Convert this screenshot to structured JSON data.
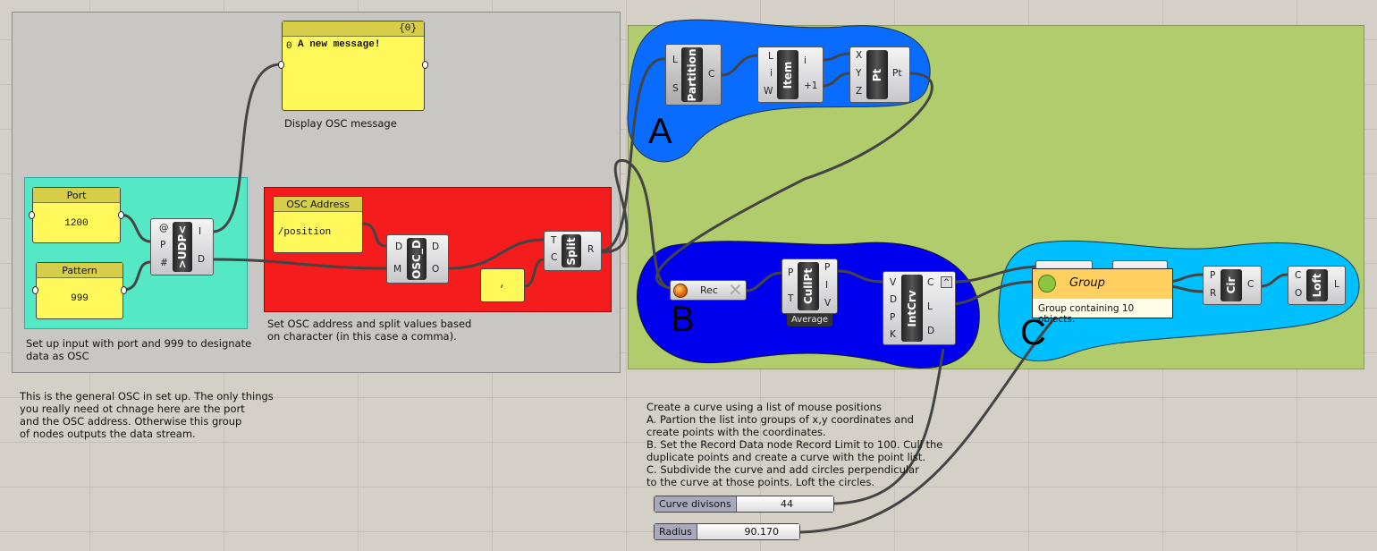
{
  "osc_group": {
    "note": "This is the general OSC in set up. The only things\nyou really need ot chnage here are the port\nand the OSC address. Otherwise this group\nof nodes outputs the data stream."
  },
  "display_panel": {
    "header": "{0}",
    "index": "0",
    "value": "A new message!",
    "caption": "Display OSC message"
  },
  "input_group": {
    "port_label": "Port",
    "port_value": "1200",
    "pattern_label": "Pattern",
    "pattern_value": "999",
    "caption": "Set up input with port and 999 to designate\ndata as OSC"
  },
  "udp": {
    "name": ">UDP<",
    "inputs": [
      "@",
      "P",
      "#"
    ],
    "outputs": [
      "I",
      "D"
    ]
  },
  "address_group": {
    "address_label": "OSC Address",
    "address_value": "/position",
    "comma_value": ",",
    "caption": "Set OSC address and split values based\non character (in this case a comma)."
  },
  "osc_d": {
    "name": "OSC_D",
    "inputs": [
      "D",
      "M"
    ],
    "outputs": [
      "D",
      "O"
    ]
  },
  "split": {
    "name": "Split",
    "inputs": [
      "T",
      "C"
    ],
    "outputs": [
      "R"
    ]
  },
  "section_a": {
    "letter": "A",
    "partition": {
      "name": "Partition",
      "inputs": [
        "L",
        "S"
      ],
      "outputs": [
        "C"
      ]
    },
    "item": {
      "name": "Item",
      "inputs": [
        "L",
        "i",
        "W"
      ],
      "outputs": [
        "i",
        "+1"
      ]
    },
    "pt": {
      "name": "Pt",
      "inputs": [
        "X",
        "Y",
        "Z"
      ],
      "outputs": [
        "Pt"
      ]
    }
  },
  "section_b": {
    "letter": "B",
    "rec": {
      "label": "Rec"
    },
    "cullpt": {
      "name": "CullPt",
      "inputs": [
        "P",
        "T"
      ],
      "outputs": [
        "P",
        "I",
        "V"
      ],
      "tag": "Average"
    },
    "intcrv": {
      "name": "IntCrv",
      "inputs": [
        "V",
        "D",
        "P",
        "K"
      ],
      "outputs": [
        "C",
        "L",
        "D"
      ]
    }
  },
  "section_c": {
    "letter": "C",
    "tooltip": {
      "title": "Group",
      "body": "Group containing 10 objects."
    },
    "cir": {
      "name": "Cir",
      "inputs": [
        "P",
        "R"
      ],
      "outputs": [
        "C"
      ]
    },
    "loft": {
      "name": "Loft",
      "inputs": [
        "C",
        "O"
      ],
      "outputs": [
        "L"
      ]
    }
  },
  "description": "Create a curve using a list of mouse positions\nA. Partion the list into groups of x,y coordinates and\ncreate points with the coordinates.\nB. Set the Record Data node Record Limit to 100. Cull the\nduplicate points and create a curve with the point list.\nC. Subdivide the curve and add circles perpendicular\nto the curve at those points. Loft the circles.",
  "sliders": [
    {
      "label": "Curve divisons",
      "value": "44"
    },
    {
      "label": "Radius",
      "value": "90.170"
    }
  ],
  "colors": {
    "osc_group": "#c9c7c3",
    "input_group": "#55e8c4",
    "address_group": "#f41c1c",
    "main_group": "#b0cc6c",
    "blob_a": "#0a6cff",
    "blob_b": "#0000ee",
    "blob_c": "#00bfff"
  }
}
